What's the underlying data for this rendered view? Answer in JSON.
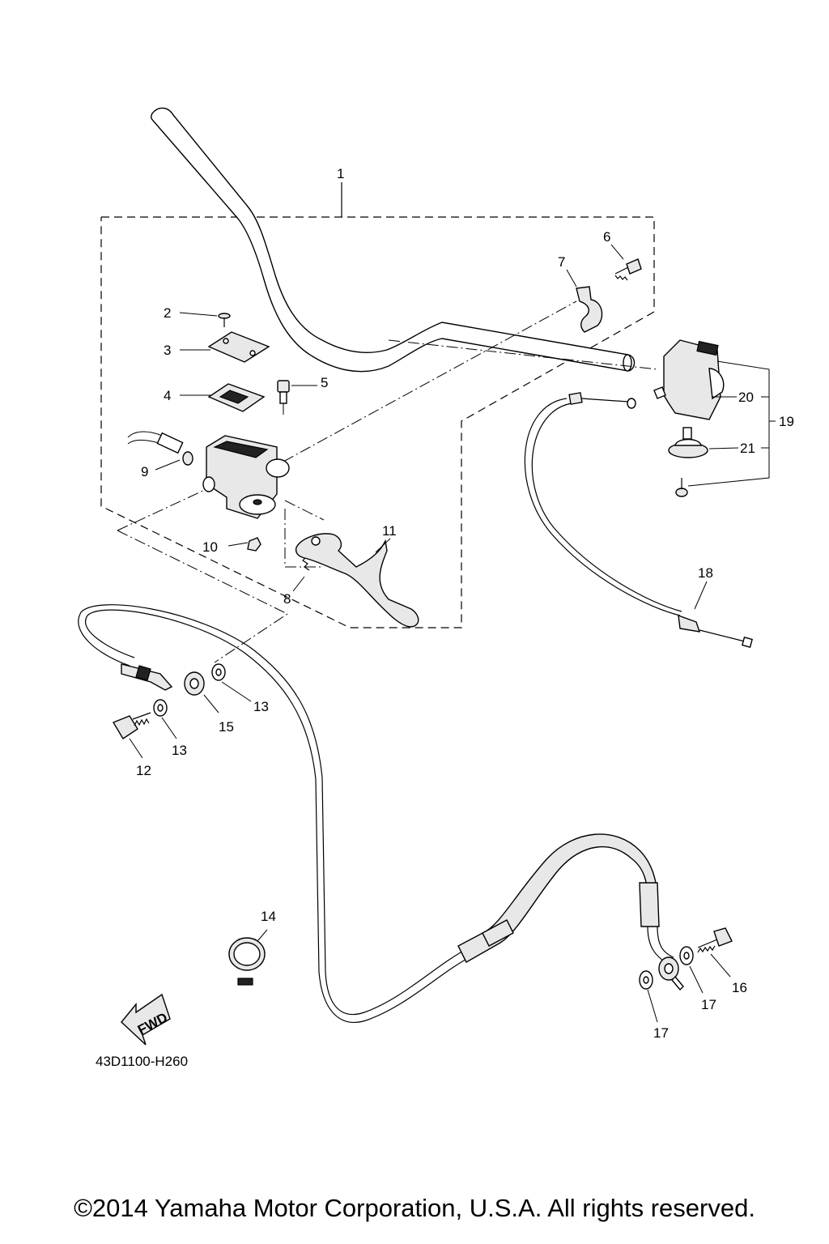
{
  "diagram": {
    "diagram_code": "43D1100-H260",
    "fwd_label": "FWD",
    "callouts": {
      "c1": "1",
      "c2": "2",
      "c3": "3",
      "c4": "4",
      "c5": "5",
      "c6": "6",
      "c7": "7",
      "c8": "8",
      "c9": "9",
      "c10": "10",
      "c11": "11",
      "c12": "12",
      "c13a": "13",
      "c13b": "13",
      "c14": "14",
      "c15": "15",
      "c16": "16",
      "c17a": "17",
      "c17b": "17",
      "c18": "18",
      "c19": "19",
      "c20": "20",
      "c21": "21"
    }
  },
  "footer": {
    "copyright": "©2014 Yamaha Motor Corporation, U.S.A. All rights reserved."
  }
}
